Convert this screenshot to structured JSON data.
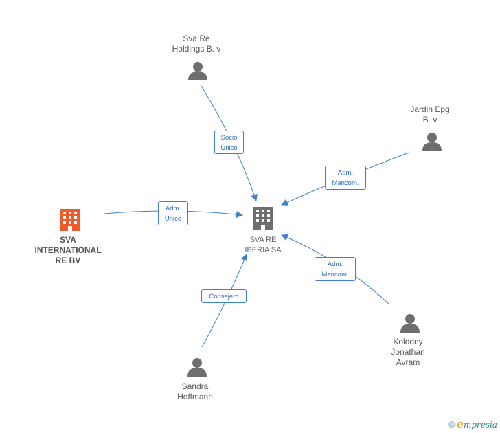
{
  "nodes": {
    "center": {
      "label": "SVA RE\nIBERIA SA"
    },
    "sva_international": {
      "label": "SVA\nINTERNATIONAL\nRE BV"
    },
    "sva_holdings": {
      "label": "Sva Re\nHoldings B. v"
    },
    "jardin": {
      "label": "Jardin Epg\nB. v"
    },
    "kolodny": {
      "label": "Kolodny\nJonathan\nAvram"
    },
    "sandra": {
      "label": "Sandra\nHoffmann"
    }
  },
  "edges": {
    "socio_unico": "Socio\nÚnico",
    "adm_mancom_1": "Adm.\nMancom.",
    "adm_unico": "Adm.\nUnico",
    "adm_mancom_2": "Adm.\nMancom.",
    "consejero": "Consejero"
  },
  "colors": {
    "edge": "#3d7fd0",
    "person_icon": "#6e6e6e",
    "center_icon": "#6e6e6e",
    "company_icon": "#f05a28"
  },
  "footer": {
    "copyright": "©",
    "brand_first": "e",
    "brand_rest": "mpresia"
  }
}
